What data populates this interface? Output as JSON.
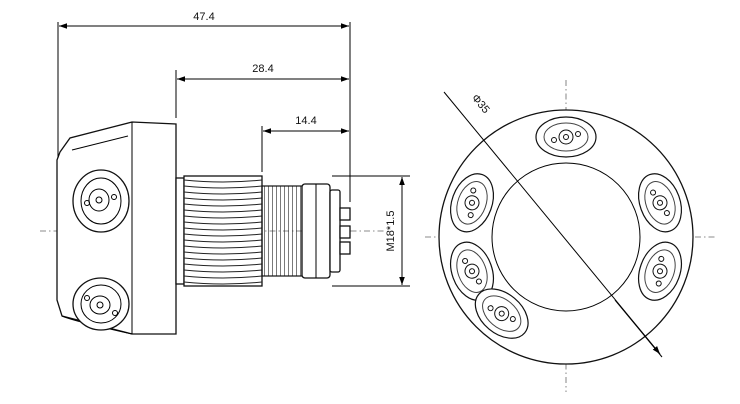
{
  "dimensions": {
    "overall_length": "47.4",
    "body_length": "28.4",
    "thread_length": "14.4",
    "thread_spec": "M18*1.5",
    "diameter": "Φ35"
  },
  "colors": {
    "line": "#000000",
    "centerline": "#666666",
    "background": "#ffffff"
  }
}
